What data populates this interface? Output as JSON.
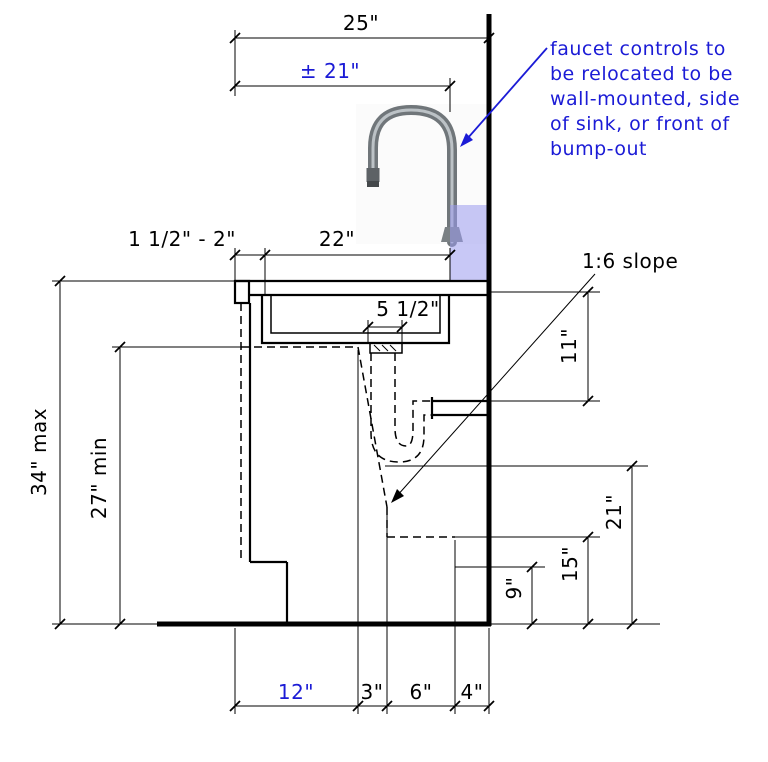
{
  "drawing": {
    "kind": "section-detail",
    "subject": "accessible sink counter section with mounting dimensions"
  },
  "colors": {
    "ink": "#000000",
    "accent_blue": "#1b1bd6",
    "faucet_highlight": "#9a9aee"
  },
  "dimensions": {
    "counter_width": "25\"",
    "faucet_reach": "± 21\"",
    "overhang": "1 1/2\" - 2\"",
    "sink_width": "22\"",
    "drain_width": "5 1/2\"",
    "rim_to_drain": "11\"",
    "counter_height": "34\" max",
    "knee_clearance": "27\" min",
    "clearance_21": "21\"",
    "clearance_15": "15\"",
    "clearance_9": "9\"",
    "bottom_12": "12\"",
    "bottom_3": "3\"",
    "bottom_6": "6\"",
    "bottom_4": "4\""
  },
  "notes": {
    "slope": "1:6 slope",
    "faucet": {
      "line1": "faucet controls to",
      "line2": "be relocated to be",
      "line3": "wall-mounted, side",
      "line4": "of sink, or front of",
      "line5": "bump-out"
    }
  }
}
